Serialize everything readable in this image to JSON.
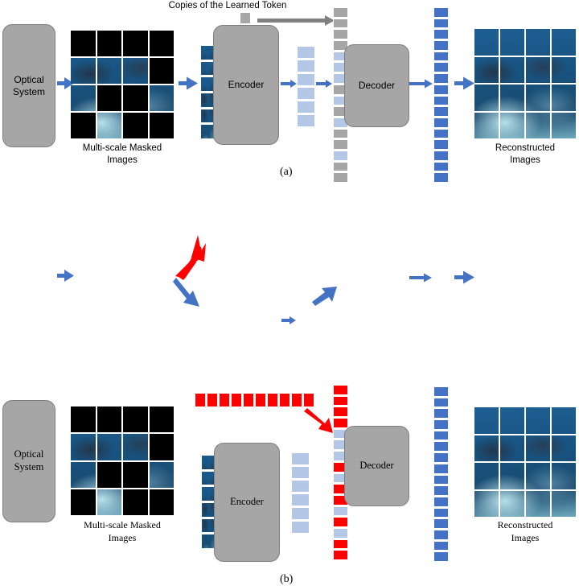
{
  "figure": {
    "panels": [
      {
        "id": "a",
        "label": "(a)",
        "optical_system_label": "Optical\nSystem",
        "optical_system_line1": "Optical",
        "optical_system_line2": "System",
        "masked_caption_line1": "Multi-scale Masked",
        "masked_caption_line2": "Images",
        "encoder_label": "Encoder",
        "decoder_label": "Decoder",
        "header_note": "Copies of the Learned Token",
        "reconstructed_caption_line1": "Reconstructed",
        "reconstructed_caption_line2": "Images",
        "mask_grid": {
          "rows": 4,
          "cols": 4,
          "visible": [
            [
              false,
              false,
              false,
              false
            ],
            [
              true,
              true,
              true,
              false
            ],
            [
              true,
              false,
              false,
              true
            ],
            [
              false,
              true,
              false,
              false
            ]
          ],
          "visible_count": 6
        },
        "encoder_input_patches": 6,
        "encoder_output_tokens": {
          "count": 6,
          "color": "#b4c7e7"
        },
        "decoder_input_tokens": {
          "count": 16,
          "sequence": [
            "gray",
            "gray",
            "gray",
            "gray",
            "lblue",
            "lblue",
            "lblue",
            "gray",
            "lblue",
            "gray",
            "lblue",
            "gray",
            "gray",
            "lblue",
            "gray",
            "gray"
          ],
          "mask_color": "#a6a6a6",
          "feature_color": "#b4c7e7"
        },
        "decoder_output_tokens": {
          "count": 16,
          "color": "#4472c4"
        },
        "learned_token": {
          "color": "#a6a6a6"
        },
        "arrow_color": "#4472c4",
        "header_arrow_color": "#808080"
      },
      {
        "id": "b",
        "label": "(b)",
        "optical_system_line1": "Optical",
        "optical_system_line2": "System",
        "masked_caption_line1": "Multi-scale Masked",
        "masked_caption_line2": "Images",
        "encoder_label": "Encoder",
        "decoder_label": "Decoder",
        "reconstructed_caption_line1": "Reconstructed",
        "reconstructed_caption_line2": "Images",
        "mask_grid": {
          "rows": 4,
          "cols": 4,
          "visible": [
            [
              false,
              false,
              false,
              false
            ],
            [
              true,
              true,
              true,
              false
            ],
            [
              true,
              false,
              false,
              true
            ],
            [
              false,
              true,
              false,
              false
            ]
          ],
          "visible_count": 6
        },
        "red_token_row": {
          "count": 10,
          "color": "#ff0000"
        },
        "encoder_input_patches": 6,
        "encoder_output_tokens": {
          "count": 6,
          "color": "#b4c7e7"
        },
        "decoder_input_tokens": {
          "count": 16,
          "sequence": [
            "red",
            "red",
            "red",
            "red",
            "lblue",
            "lblue",
            "lblue",
            "red",
            "lblue",
            "red",
            "red",
            "lblue",
            "red",
            "lblue",
            "red",
            "red"
          ],
          "mask_color": "#ff0000",
          "feature_color": "#b4c7e7"
        },
        "decoder_output_tokens": {
          "count": 16,
          "color": "#4472c4"
        },
        "arrow_color": "#4472c4",
        "red_arrow_color": "#ff0000"
      }
    ],
    "palette": {
      "module_fill": "#a6a6a6",
      "module_stroke": "#7f7f7f",
      "blue_arrow": "#4472c4",
      "red_arrow": "#ff0000",
      "gray_arrow": "#808080",
      "light_blue_token": "#b4c7e7",
      "dark_blue_token": "#4472c4",
      "red_token": "#ff0000",
      "masked_patch": "#000000",
      "background": "#ffffff"
    }
  }
}
